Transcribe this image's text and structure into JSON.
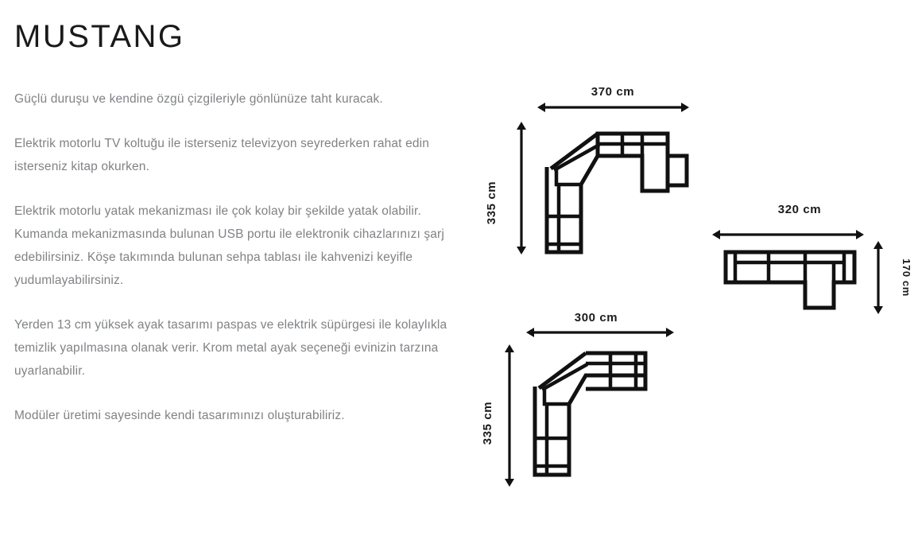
{
  "product": {
    "title": "MUSTANG"
  },
  "description": {
    "paragraphs": [
      "Güçlü duruşu ve kendine özgü çizgileriyle gönlünüze taht kuracak.",
      "Elektrik motorlu TV koltuğu ile isterseniz televizyon seyrederken rahat edin isterseniz kitap okurken.",
      "Elektrik motorlu yatak mekanizması ile çok kolay bir şekilde yatak olabilir. Kumanda mekanizmasında bulunan USB portu ile elektronik cihazlarınızı şarj edebilirsiniz. Köşe takımında bulunan sehpa tablası ile kahvenizi keyifle yudumlayabilirsiniz.",
      "Yerden 13 cm yüksek ayak tasarımı paspas ve elektrik süpürgesi ile kolaylıkla temizlik yapılmasına olanak verir. Krom metal ayak seçeneği evinizin tarzına uyarlanabilir.",
      "Modüler üretimi sayesinde kendi tasarımınızı oluşturabiliriz."
    ]
  },
  "diagrams": [
    {
      "name": "corner-sofa-370",
      "shape": "L-shaped corner sofa with chaise",
      "width_label": "370 cm",
      "depth_label": "335 cm"
    },
    {
      "name": "chaise-sofa-320",
      "shape": "Straight sofa with chaise",
      "width_label": "320 cm",
      "depth_label": "170 cm"
    },
    {
      "name": "corner-sofa-300",
      "shape": "L-shaped corner sofa",
      "width_label": "300 cm",
      "depth_label": "335 cm"
    }
  ],
  "colors": {
    "title": "#1a1a1a",
    "body_text": "#808285",
    "line": "#111111",
    "background": "#ffffff"
  }
}
